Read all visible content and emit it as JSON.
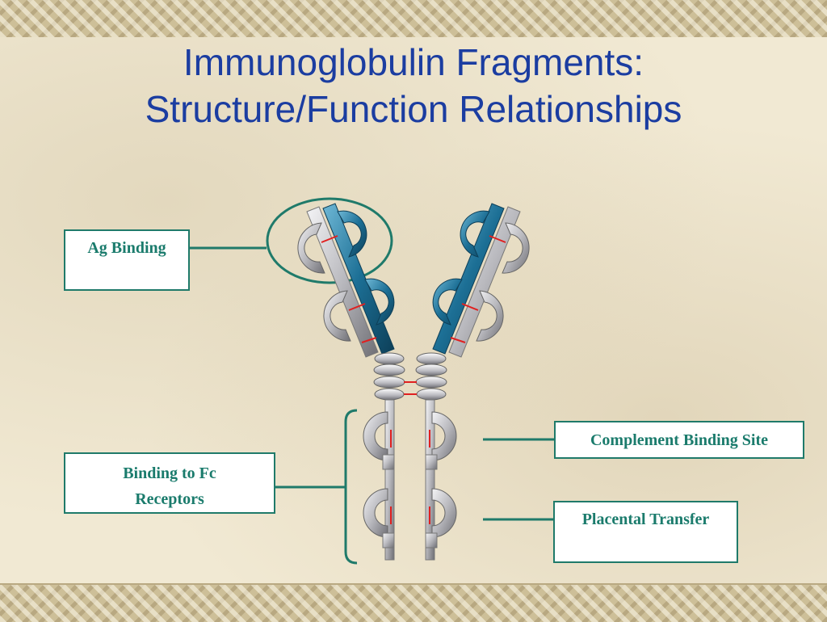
{
  "slide": {
    "title_line1": "Immunoglobulin Fragments:",
    "title_line2": "Structure/Function Relationships"
  },
  "labels": {
    "ag_binding": "Ag  Binding",
    "fc_line1": "Binding to Fc",
    "fc_line2": "Receptors",
    "complement": "Complement Binding Site",
    "placental": "Placental Transfer"
  },
  "colors": {
    "title": "#1b3da1",
    "label_text": "#1a7b6c",
    "connector": "#1f7a6a",
    "heavy_chain": "#1c6f95",
    "light_chain": "#b8b8bd",
    "disulfide": "#e02020"
  }
}
